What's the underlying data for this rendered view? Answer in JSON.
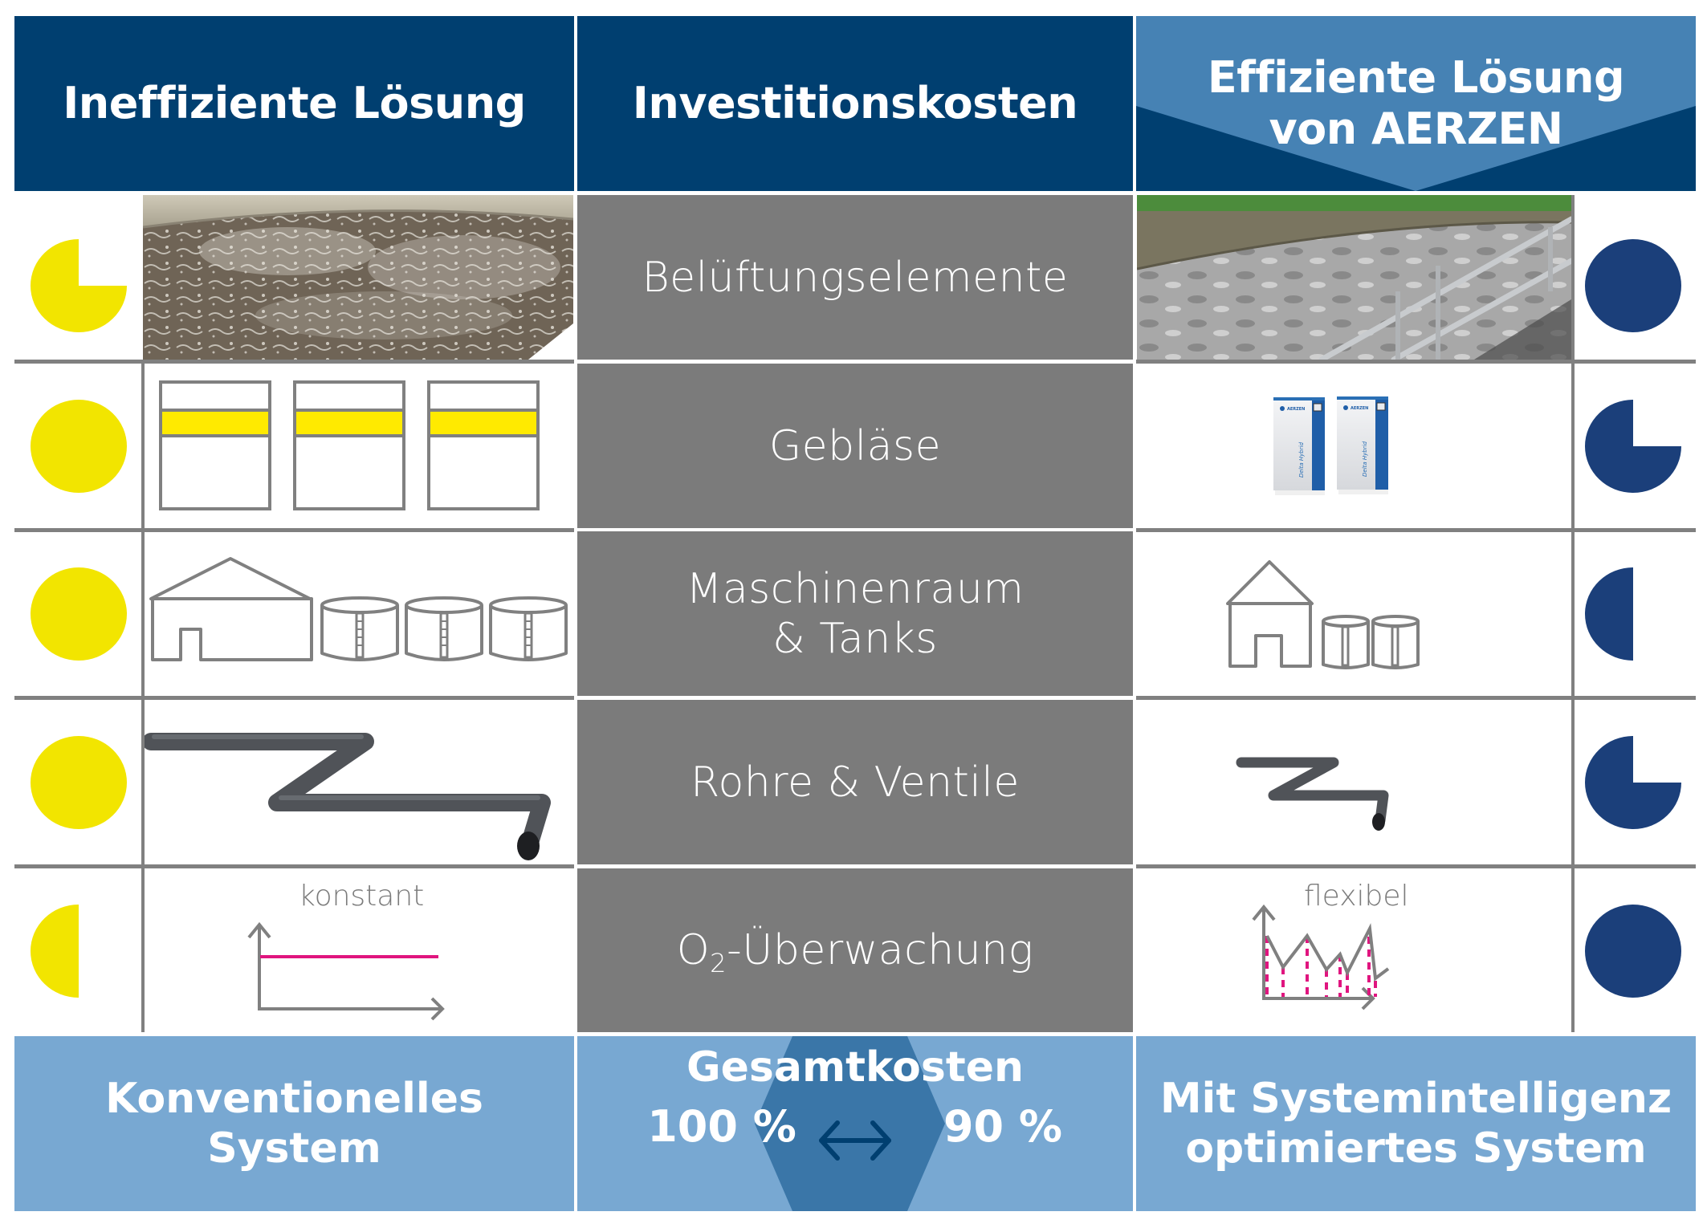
{
  "header": {
    "left_title": "Ineffiziente Lösung",
    "center_title": "Investitionskosten",
    "right_title_line1": "Effiziente Lösung",
    "right_title_line2": "von AERZEN"
  },
  "rows": [
    {
      "category": "Belüftungselemente",
      "left_visual": "aeration-tank-photo-turbulent",
      "right_visual": "aeration-tank-photo-fine-bubble",
      "left_rating": 0.75,
      "right_rating": 1.0
    },
    {
      "category": "Gebläse",
      "left_visual": "three-blower-boxes-icon",
      "right_visual": "two-delta-hybrid-blowers-photo",
      "right_product_brand": "AERZEN",
      "right_product_name": "Delta Hybrid",
      "left_rating": 1.0,
      "right_rating": 0.75
    },
    {
      "category_line1": "Maschinenraum",
      "category_line2": "& Tanks",
      "left_visual": "house-and-three-tanks-icon",
      "right_visual": "house-and-two-tanks-icon",
      "left_rating": 1.0,
      "right_rating": 0.5
    },
    {
      "category": "Rohre & Ventile",
      "left_visual": "large-pipe-icon",
      "right_visual": "small-pipe-icon",
      "left_rating": 1.0,
      "right_rating": 0.75
    },
    {
      "category_prefix": "O",
      "category_sub": "2",
      "category_suffix": "-Überwachung",
      "left_visual": "constant-line-chart-icon",
      "left_chart_label": "konstant",
      "right_visual": "flexible-zigzag-chart-icon",
      "right_chart_label": "flexibel",
      "left_rating": 0.5,
      "right_rating": 1.0
    }
  ],
  "footer": {
    "left_line1": "Konventionelles",
    "left_line2": "System",
    "center_title": "Gesamtkosten",
    "center_left_value": "100 %",
    "center_right_value": "90 %",
    "center_icon": "double-arrow-icon",
    "right_line1": "Mit Systemintelligenz",
    "right_line2": "optimiertes System"
  },
  "colors": {
    "header_dark_blue": "#003f70",
    "header_light_blue": "#4682b4",
    "gray_cell": "#7b7b7b",
    "grid_line": "#808080",
    "footer_blue": "#78a8d2",
    "footer_hex": "#3a76a8",
    "yellow_rating": "#f2e500",
    "blue_rating": "#1b3f7a",
    "magenta_line": "#e0157f"
  }
}
